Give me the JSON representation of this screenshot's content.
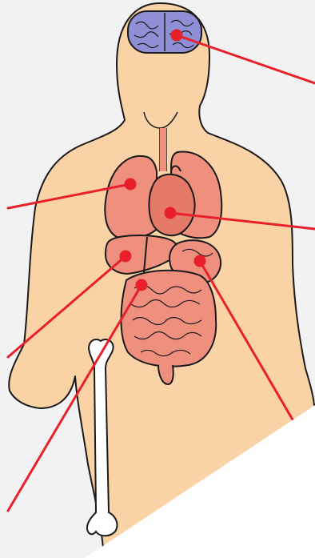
{
  "diagram": {
    "colors": {
      "background": "#f2f2f2",
      "skin": "#f9d3a6",
      "outline": "#1a1a1a",
      "brain": "#8f8fd6",
      "organ": "#ef8f7e",
      "organ_dark": "#e57a68",
      "bone": "#ffffff",
      "pointer": "#e8202a",
      "corner": "#ffffff"
    },
    "organs": [
      "brain",
      "lungs",
      "heart",
      "liver",
      "stomach",
      "intestines",
      "femur"
    ],
    "pointers": [
      "brain",
      "lungs",
      "heart",
      "liver",
      "stomach",
      "intestines"
    ]
  }
}
